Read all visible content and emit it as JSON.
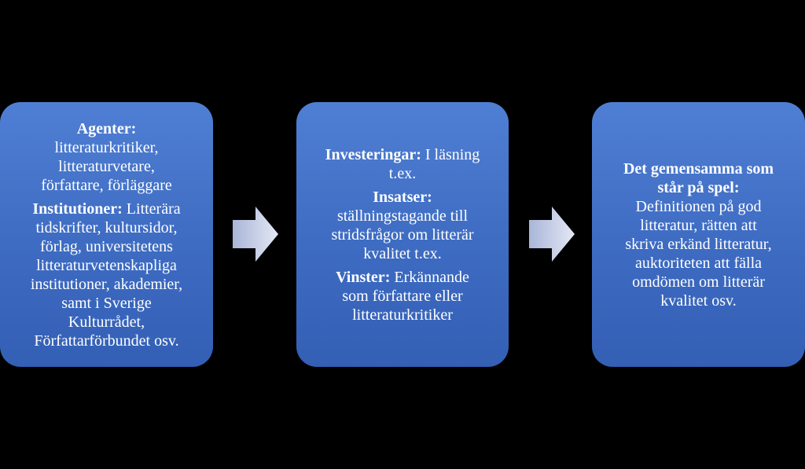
{
  "colors": {
    "background": "#000000",
    "box_top": "#4f7fd4",
    "box_bottom": "#335fb5",
    "arrow_light": "#dde3f2",
    "arrow_dark": "#a9b6d8",
    "text": "#ffffff"
  },
  "boxes": [
    {
      "sections": [
        {
          "heading": "Agenter:",
          "lines": [
            "litteraturkritiker,",
            "litteraturvetare,",
            "författare, förläggare"
          ]
        },
        {
          "heading": "Institutioner:",
          "heading_tail": " Litterära",
          "lines": [
            "tidskrifter, kultursidor,",
            "förlag, universitetens",
            "litteraturvetenskapliga",
            "institutioner, akademier,",
            "samt i Sverige",
            "Kulturrådet,",
            "Författarförbundet osv."
          ]
        }
      ]
    },
    {
      "sections": [
        {
          "heading": "Investeringar:",
          "heading_tail": " I läsning",
          "lines": [
            "t.ex."
          ]
        },
        {
          "heading": "Insatser:",
          "lines": [
            "ställningstagande till",
            "stridsfrågor om litterär",
            "kvalitet t.ex."
          ]
        },
        {
          "heading": "Vinster:",
          "heading_tail": " Erkännande",
          "lines": [
            "som författare eller",
            "litteraturkritiker"
          ]
        }
      ]
    },
    {
      "sections": [
        {
          "heading": "Det gemensamma som",
          "heading_line2": "står på spel:",
          "lines": [
            "Definitionen på god",
            "litteratur, rätten att",
            "skriva erkänd litteratur,",
            "auktoriteten att fälla",
            "omdömen om litterär",
            "kvalitet osv."
          ]
        }
      ]
    }
  ],
  "arrows": [
    {
      "icon": "right-arrow-icon"
    },
    {
      "icon": "right-arrow-icon"
    }
  ]
}
